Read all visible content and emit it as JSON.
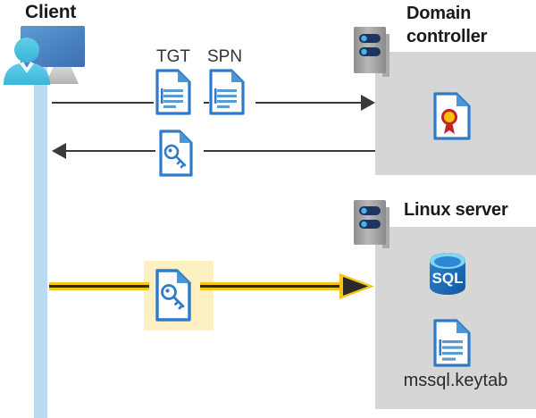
{
  "diagram": {
    "title_client": "Client",
    "title_domain_controller": "Domain controller",
    "title_linux_server": "Linux server",
    "labels": {
      "tgt": "TGT",
      "spn": "SPN",
      "keytab_file": "mssql.keytab"
    },
    "icons": {
      "client": "user-with-monitor-icon",
      "server_rack": "server-rack-icon",
      "certificate_document": "certificate-document-icon",
      "tgt_document": "text-document-icon",
      "spn_document": "text-document-icon",
      "ticket_key_document": "key-document-icon",
      "service_key_document": "key-document-icon",
      "sql_database": "sql-database-icon",
      "keytab_document": "text-document-icon"
    },
    "flows": [
      {
        "name": "client-to-dc-request",
        "direction": "right",
        "style": "thin-black",
        "carries": [
          "TGT",
          "SPN"
        ]
      },
      {
        "name": "dc-to-client-response",
        "direction": "left",
        "style": "thin-black",
        "carries": [
          "service-ticket"
        ]
      },
      {
        "name": "client-to-linux-auth",
        "direction": "right",
        "style": "thick-yellow",
        "carries": [
          "service-ticket"
        ]
      }
    ],
    "colors": {
      "panel_gray": "#d6d6d6",
      "lifeline_blue": "#bcd9f2",
      "highlight_yellow": "#fdf0c3",
      "arrow_yellow": "#f5c518",
      "arrow_black": "#3a3a3a",
      "doc_blue": "#2f7ac9",
      "sql_blue": "#1f6fc4",
      "seal_red": "#c62128",
      "seal_gold": "#f2c500",
      "server_gray": "#9a9a9a",
      "server_navy": "#1f3561"
    }
  }
}
